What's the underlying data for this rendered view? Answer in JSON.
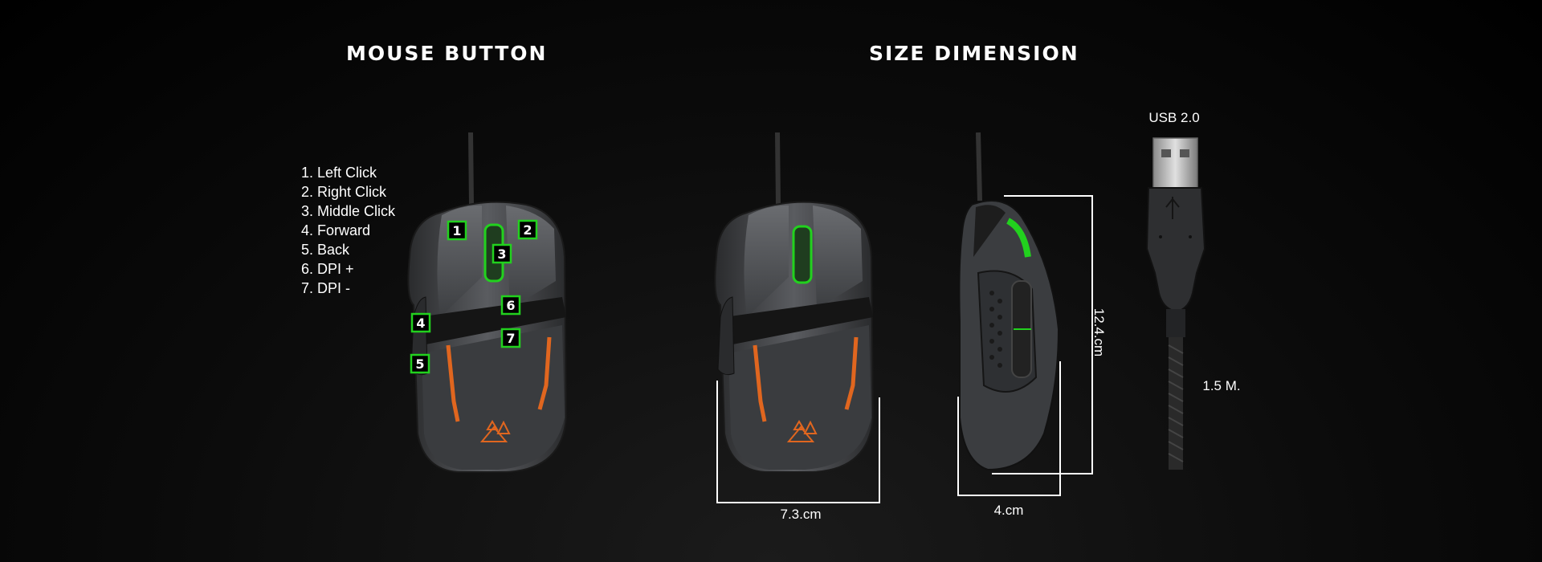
{
  "headings": {
    "mouse_button": "MOUSE BUTTON",
    "size_dimension": "SIZE DIMENSION"
  },
  "buttons": [
    {
      "num": "1",
      "label": "1. Left Click"
    },
    {
      "num": "2",
      "label": "2. Right Click"
    },
    {
      "num": "3",
      "label": "3. Middle Click"
    },
    {
      "num": "4",
      "label": "4. Forward"
    },
    {
      "num": "5",
      "label": "5. Back"
    },
    {
      "num": "6",
      "label": "6. DPI +"
    },
    {
      "num": "7",
      "label": "7. DPI -"
    }
  ],
  "dimensions": {
    "width": "7.3.cm",
    "length": "12.4.cm",
    "height": "4.cm",
    "usb": "USB 2.0",
    "cable": "1.5 M."
  },
  "colors": {
    "accent_green": "#22d11e",
    "accent_orange": "#e0661f",
    "shell": "#4a4c4f"
  }
}
